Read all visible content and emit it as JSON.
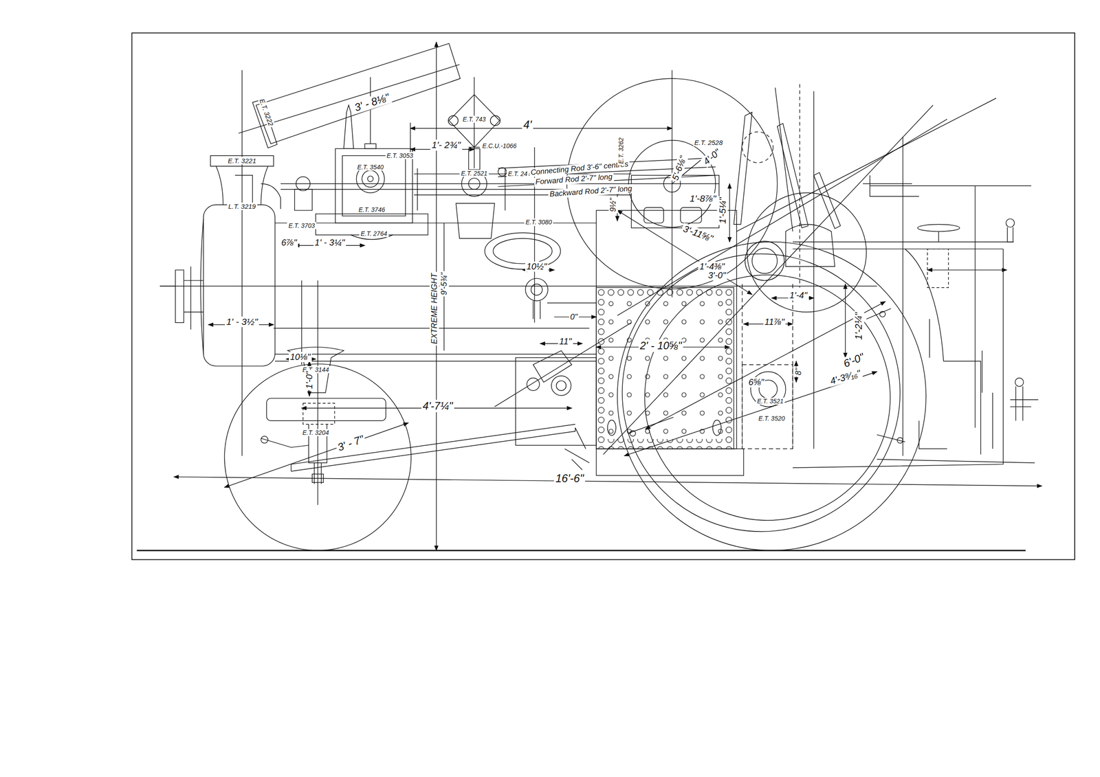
{
  "diagram": {
    "labels": [
      "3' - 8⅛\"",
      "E.T. 3222",
      "E.T. 3221",
      "L.T. 3219",
      "4'",
      "1'- 2¾\"",
      "E.T. 743",
      "E.C.U.-1066",
      "E.T. 3540",
      "E.T. 3053",
      "E.T. 2521",
      "E.T. 24",
      "Connecting Rod 3'-6\" centres",
      "Forward Rod 2'-7\" long",
      "Backward Rod 2'-7\" long",
      "E.T. 3262",
      "E.T. 2528",
      "5'-6⅛\"",
      "4'-0\"",
      "1'-8⅞\"",
      "9½\"",
      "1'-5¼\"",
      "3'-11⅝\"",
      "E.T. 3746",
      "E.T. 3703",
      "E.T. 2764",
      "E.T. 3080",
      "6⅞\"",
      "1' - 3¼\"",
      "10½\"",
      "1'-4⅜\"",
      "3'-0\"",
      "EXTREME HEIGHT",
      "9'-5¾\"",
      "1' - 3½\"",
      "0\"",
      "1'-4\"",
      "11⅞\"",
      "1'-2¼\"",
      "2' - 10⅝\"",
      "11\"",
      "10⅛\"",
      "E.T. 3144",
      "1'-0\"",
      "6'-0\"",
      "4'-3⁹⁄₁₆\"",
      "8\"",
      "6⅝\"",
      "E.T. 3521",
      "E.T. 3520",
      "4'-7¼\"",
      "3' - 7\"",
      "E.T. 3204",
      "16'-6\""
    ]
  }
}
